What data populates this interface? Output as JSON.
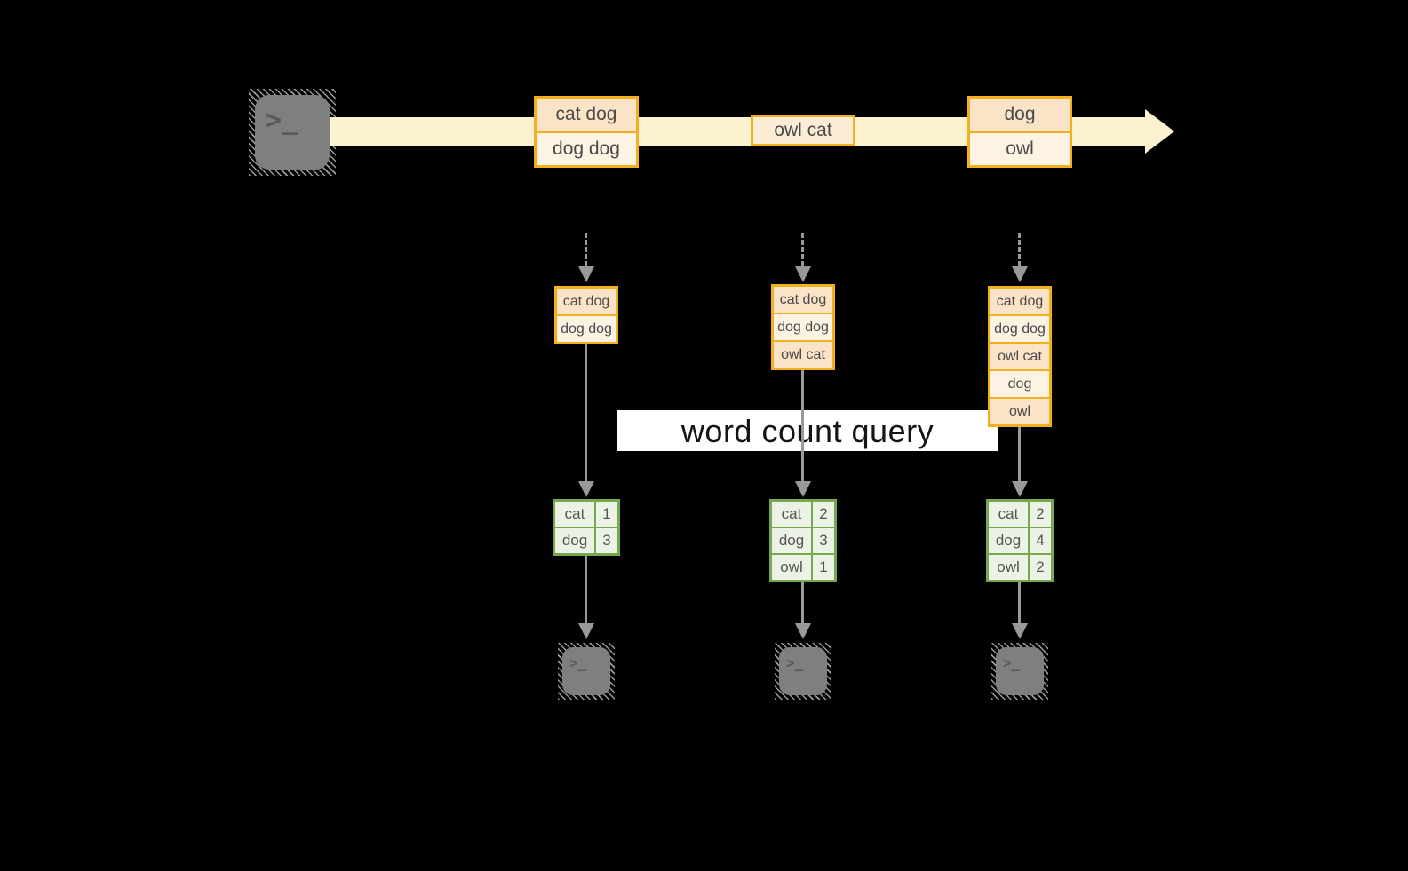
{
  "diagram": {
    "query_label": "word count query",
    "terminal_glyph": ">_",
    "stream": {
      "events": [
        {
          "lines": [
            "cat dog",
            "dog dog"
          ]
        },
        {
          "lines": [
            "owl cat"
          ]
        },
        {
          "lines": [
            "dog",
            "owl"
          ]
        }
      ]
    },
    "columns": [
      {
        "state": [
          "cat dog",
          "dog dog"
        ],
        "counts": [
          {
            "word": "cat",
            "count": "1"
          },
          {
            "word": "dog",
            "count": "3"
          }
        ]
      },
      {
        "state": [
          "cat dog",
          "dog dog",
          "owl cat"
        ],
        "counts": [
          {
            "word": "cat",
            "count": "2"
          },
          {
            "word": "dog",
            "count": "3"
          },
          {
            "word": "owl",
            "count": "1"
          }
        ]
      },
      {
        "state": [
          "cat dog",
          "dog dog",
          "owl cat",
          "dog",
          "owl"
        ],
        "counts": [
          {
            "word": "cat",
            "count": "2"
          },
          {
            "word": "dog",
            "count": "4"
          },
          {
            "word": "owl",
            "count": "2"
          }
        ]
      }
    ],
    "colors": {
      "amber_border": "#F2B01E",
      "peach_fill": "#FBE3C8",
      "cream_fill": "#FDF3E3",
      "stream_band": "#FDF2CF",
      "green_border": "#76A94F",
      "green_cell": "#EDF2E6",
      "arrow_gray": "#999999",
      "terminal_gray": "#7F7F7F",
      "query_bg": "#FFFFFF"
    }
  }
}
